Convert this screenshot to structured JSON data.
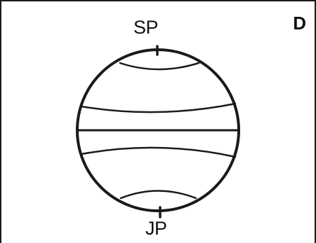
{
  "panel": {
    "letter": "D"
  },
  "poles": {
    "top": "SP",
    "bottom": "JP"
  },
  "colors": {
    "stroke": "#1a1a1a",
    "background": "#ffffff"
  }
}
